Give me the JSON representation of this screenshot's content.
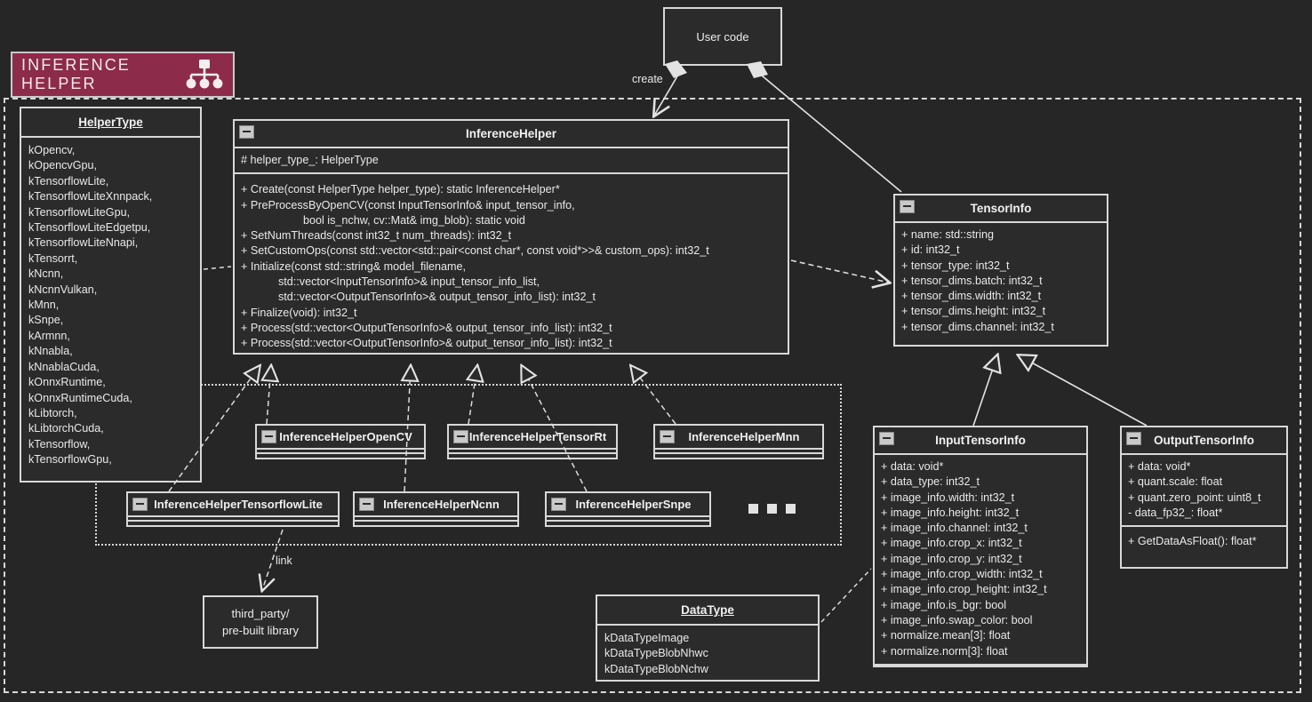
{
  "logo": {
    "text": "INFERENCE HELPER",
    "icon": "hierarchy-icon",
    "bg_color": "#8c2b4a"
  },
  "user_code": {
    "title": "User code",
    "create_label": "create"
  },
  "helper_type_enum": {
    "title": "HelperType",
    "values": [
      "kOpencv,",
      "kOpencvGpu,",
      "kTensorflowLite,",
      "kTensorflowLiteXnnpack,",
      "kTensorflowLiteGpu,",
      "kTensorflowLiteEdgetpu,",
      "kTensorflowLiteNnapi,",
      "kTensorrt,",
      "kNcnn,",
      "kNcnnVulkan,",
      "kMnn,",
      "kSnpe,",
      "kArmnn,",
      "kNnabla,",
      "kNnablaCuda,",
      "kOnnxRuntime,",
      "kOnnxRuntimeCuda,",
      "kLibtorch,",
      "kLibtorchCuda,",
      "kTensorflow,",
      "kTensorflowGpu,"
    ]
  },
  "inference_helper": {
    "title": "InferenceHelper",
    "attributes": [
      "# helper_type_: HelperType"
    ],
    "methods": [
      "+ Create(const HelperType helper_type): static InferenceHelper*",
      "+ PreProcessByOpenCV(const InputTensorInfo& input_tensor_info,",
      "                    bool is_nchw, cv::Mat& img_blob): static void",
      "+ SetNumThreads(const int32_t num_threads): int32_t",
      "+ SetCustomOps(const std::vector<std::pair<const char*, const void*>>& custom_ops): int32_t",
      "+ Initialize(const std::string& model_filename,",
      "            std::vector<InputTensorInfo>& input_tensor_info_list,",
      "            std::vector<OutputTensorInfo>& output_tensor_info_list): int32_t",
      "+ Finalize(void): int32_t",
      "+ Process(std::vector<OutputTensorInfo>& output_tensor_info_list): int32_t",
      "+ Process(std::vector<OutputTensorInfo>& output_tensor_info_list): int32_t"
    ]
  },
  "tensor_info": {
    "title": "TensorInfo",
    "attributes": [
      "+ name: std::string",
      "+ id: int32_t",
      "+ tensor_type: int32_t",
      "+ tensor_dims.batch: int32_t",
      "+ tensor_dims.width: int32_t",
      "+ tensor_dims.height: int32_t",
      "+ tensor_dims.channel: int32_t"
    ]
  },
  "input_tensor_info": {
    "title": "InputTensorInfo",
    "attributes": [
      "+ data: void*",
      "+ data_type: int32_t",
      "+ image_info.width: int32_t",
      "+ image_info.height: int32_t",
      "+ image_info.channel: int32_t",
      "+ image_info.crop_x: int32_t",
      "+ image_info.crop_y: int32_t",
      "+ image_info.crop_width: int32_t",
      "+ image_info.crop_height: int32_t",
      "+ image_info.is_bgr: bool",
      "+ image_info.swap_color: bool",
      "+ normalize.mean[3]: float",
      "+ normalize.norm[3]: float"
    ]
  },
  "output_tensor_info": {
    "title": "OutputTensorInfo",
    "attributes": [
      "+ data: void*",
      "+ quant.scale: float",
      "+ quant.zero_point: uint8_t",
      "- data_fp32_: float*"
    ],
    "methods": [
      "+ GetDataAsFloat(): float*"
    ]
  },
  "data_type_enum": {
    "title": "DataType",
    "values": [
      "kDataTypeImage",
      "kDataTypeBlobNhwc",
      "kDataTypeBlobNchw"
    ]
  },
  "subclasses": {
    "row1": [
      "InferenceHelperOpenCV",
      "InferenceHelperTensorRt",
      "InferenceHelperMnn"
    ],
    "row2": [
      "InferenceHelperTensorflowLite",
      "InferenceHelperNcnn",
      "InferenceHelperSnpe"
    ],
    "more_indicator": "..."
  },
  "third_party": {
    "line1": "third_party/",
    "line2": "pre-built library",
    "link_label": "link"
  }
}
